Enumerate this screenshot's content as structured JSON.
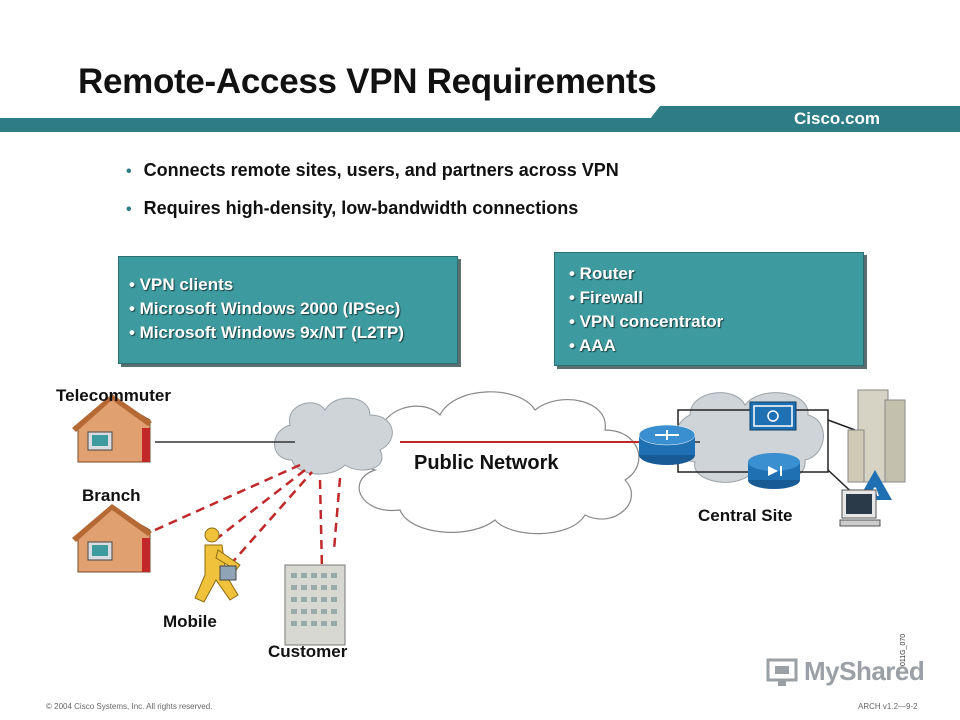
{
  "slide": {
    "title": "Remote-Access VPN Requirements",
    "brand": "Cisco.com",
    "bullets": [
      "Connects remote sites, users, and partners across VPN",
      "Requires high-density, low-bandwidth connections"
    ]
  },
  "diagram": {
    "client_box": [
      "• VPN clients",
      "• Microsoft Windows 2000 (IPSec)",
      "• Microsoft Windows 9x/NT (L2TP)"
    ],
    "site_box": [
      "• Router",
      "• Firewall",
      "• VPN concentrator",
      "• AAA"
    ],
    "labels": {
      "telecommuter": "Telecommuter",
      "branch": "Branch",
      "mobile": "Mobile",
      "customer": "Customer",
      "public_network": "Public Network",
      "central_site": "Central Site"
    },
    "figure_id": "011G_070"
  },
  "footer": {
    "copyright": "© 2004 Cisco Systems, Inc. All rights reserved.",
    "course": "ARCH v1.2—9-2",
    "watermark": "MyShared"
  },
  "colors": {
    "teal": "#3d9a9f",
    "brand_bar": "#2e7d86",
    "link_red": "#c0282a",
    "router_blue": "#1f6fb3",
    "house": "#e0a070"
  }
}
